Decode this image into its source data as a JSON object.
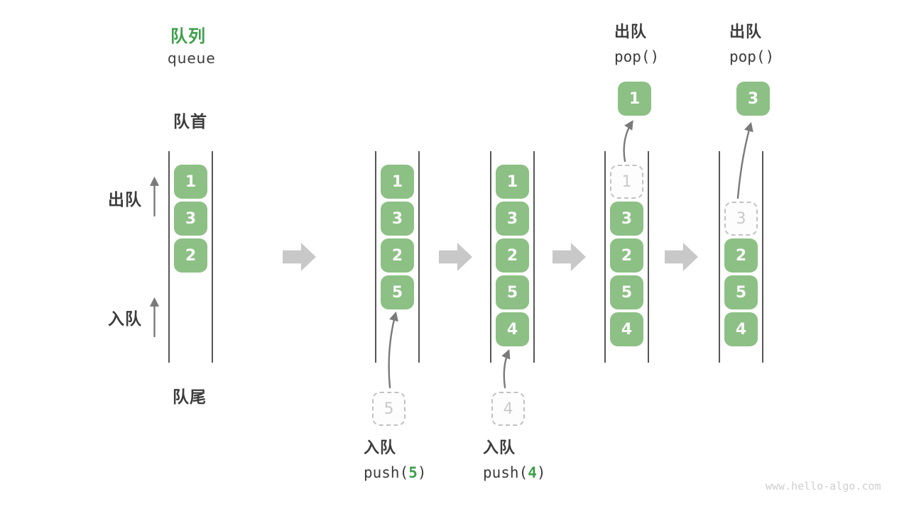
{
  "page": {
    "title_zh": "队列",
    "title_en": "queue",
    "watermark": "www.hello-algo.com"
  },
  "legend": {
    "front_label": "队首",
    "rear_label": "队尾",
    "dequeue_label": "出队",
    "enqueue_label": "入队"
  },
  "icons": {
    "transition": "right-block-arrow",
    "direction": "up-arrow"
  },
  "colors": {
    "box_green": "#8CC084",
    "box_text": "#FAFAFA",
    "title_green": "#3EA04B",
    "code_arg_green": "#3EA04B",
    "text_dark": "#3C3C3C",
    "rail": "#565656",
    "dashed_border": "#C2C2C2",
    "dashed_text": "#C9C9C9",
    "dashed_bg": "#FDFDFD",
    "block_arrow": "#C8C8C8",
    "thin_arrow": "#7A7A7A",
    "watermark": "#CFCFCF"
  },
  "queue_states": [
    {
      "name": "initial",
      "slots": [
        {
          "row": 0,
          "value": "1",
          "variant": "solid"
        },
        {
          "row": 1,
          "value": "3",
          "variant": "solid"
        },
        {
          "row": 2,
          "value": "2",
          "variant": "solid"
        }
      ]
    },
    {
      "name": "after_push_5",
      "slots": [
        {
          "row": 0,
          "value": "1",
          "variant": "solid"
        },
        {
          "row": 1,
          "value": "3",
          "variant": "solid"
        },
        {
          "row": 2,
          "value": "2",
          "variant": "solid"
        },
        {
          "row": 3,
          "value": "5",
          "variant": "solid"
        }
      ],
      "staging_box": {
        "value": "5"
      },
      "bottom_op": {
        "label": "入队",
        "code_pre": "push(",
        "code_arg": "5",
        "code_post": ")"
      }
    },
    {
      "name": "after_push_4",
      "slots": [
        {
          "row": 0,
          "value": "1",
          "variant": "solid"
        },
        {
          "row": 1,
          "value": "3",
          "variant": "solid"
        },
        {
          "row": 2,
          "value": "2",
          "variant": "solid"
        },
        {
          "row": 3,
          "value": "5",
          "variant": "solid"
        },
        {
          "row": 4,
          "value": "4",
          "variant": "solid"
        }
      ],
      "staging_box": {
        "value": "4"
      },
      "bottom_op": {
        "label": "入队",
        "code_pre": "push(",
        "code_arg": "4",
        "code_post": ")"
      }
    },
    {
      "name": "after_pop_1",
      "slots": [
        {
          "row": 0,
          "value": "1",
          "variant": "dashed"
        },
        {
          "row": 1,
          "value": "3",
          "variant": "solid"
        },
        {
          "row": 2,
          "value": "2",
          "variant": "solid"
        },
        {
          "row": 3,
          "value": "5",
          "variant": "solid"
        },
        {
          "row": 4,
          "value": "4",
          "variant": "solid"
        }
      ],
      "top_op": {
        "label": "出队",
        "code": "pop()",
        "popped_value": "1"
      }
    },
    {
      "name": "after_pop_3",
      "slots": [
        {
          "row": 1,
          "value": "3",
          "variant": "dashed"
        },
        {
          "row": 2,
          "value": "2",
          "variant": "solid"
        },
        {
          "row": 3,
          "value": "5",
          "variant": "solid"
        },
        {
          "row": 4,
          "value": "4",
          "variant": "solid"
        }
      ],
      "top_op": {
        "label": "出队",
        "code": "pop()",
        "popped_value": "3"
      }
    }
  ]
}
